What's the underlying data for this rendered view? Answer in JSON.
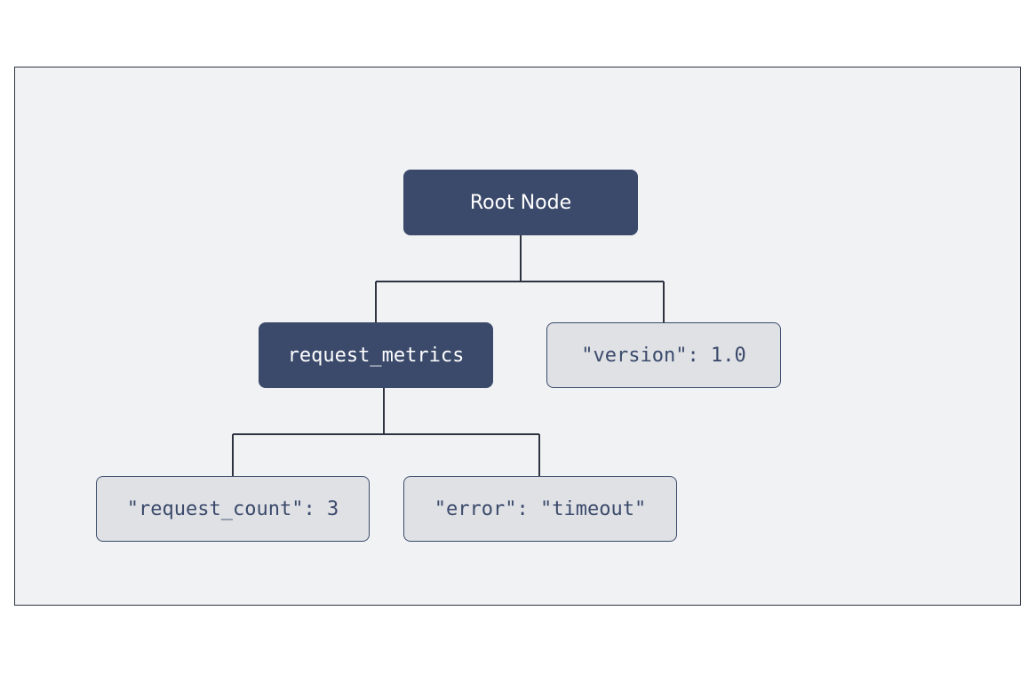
{
  "diagram": {
    "root": {
      "label": "Root Node"
    },
    "children": [
      {
        "label": "request_metrics",
        "children": [
          {
            "label": "\"request_count\": 3"
          },
          {
            "label": "\"error\": \"timeout\""
          }
        ]
      },
      {
        "label": "\"version\": 1.0"
      }
    ]
  },
  "colors": {
    "dark_node": "#3b4a6b",
    "light_node": "#dfe1e5",
    "canvas": "#f1f2f4",
    "connector": "#2e3340"
  }
}
